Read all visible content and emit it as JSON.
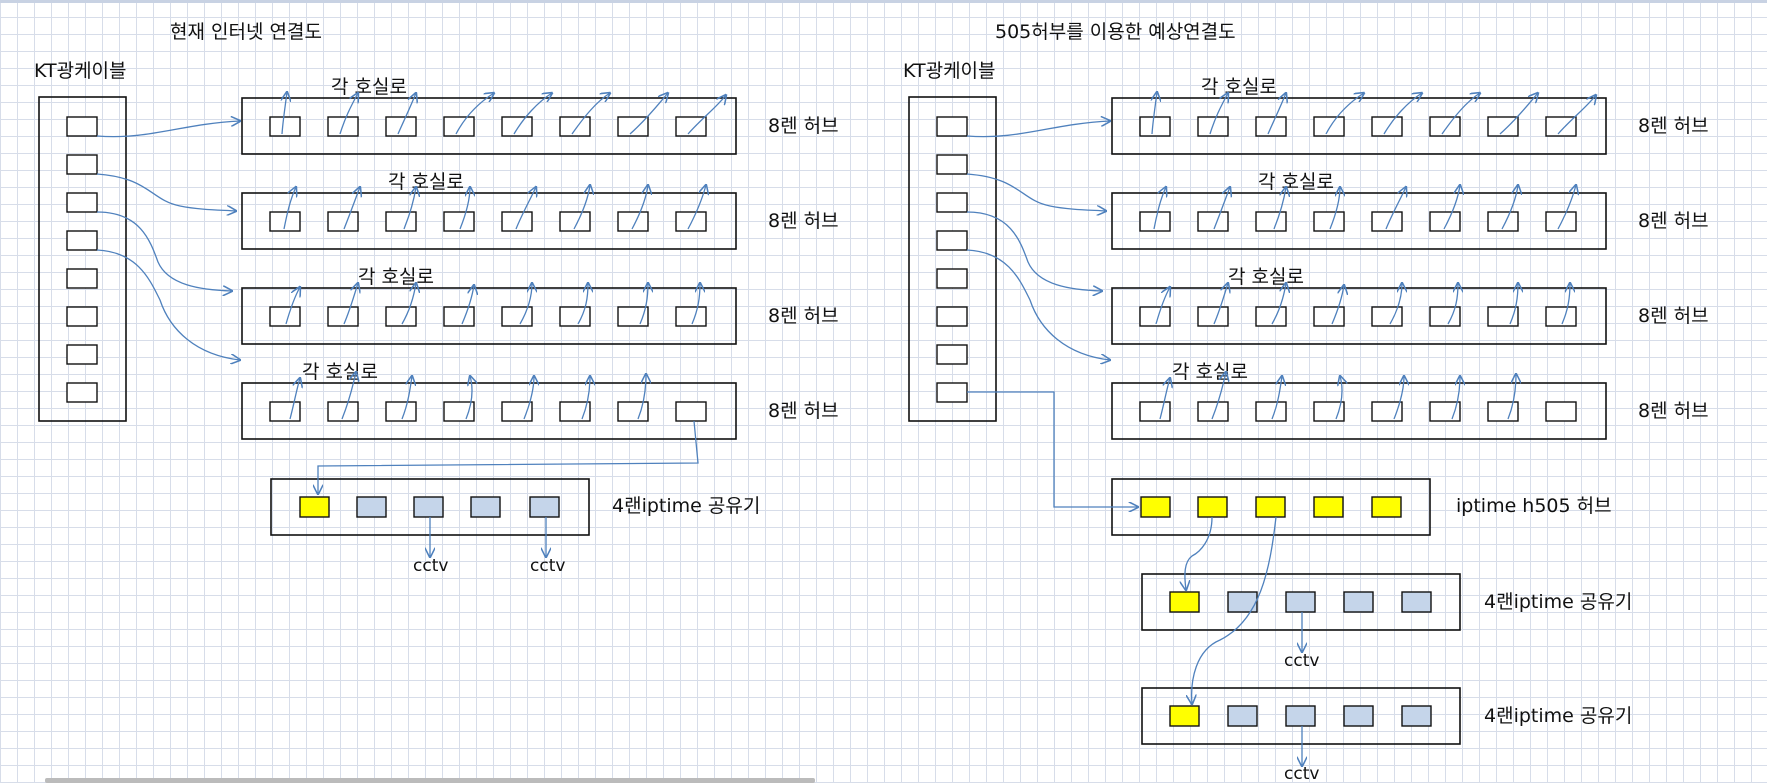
{
  "left": {
    "title": "현재 인터넷 연결도",
    "source_label": "KT광케이블",
    "room_label": "각 호실로",
    "hub_label": "8렌 허브",
    "router_label": "4랜iptime 공유기",
    "cctv_label": "cctv"
  },
  "right": {
    "title": "505허부를 이용한 예상연결도",
    "source_label": "KT광케이블",
    "room_label": "각 호실로",
    "hub_label": "8렌 허브",
    "h505_label": "iptime h505 허브",
    "router_label": "4랜iptime 공유기",
    "cctv_label": "cctv"
  },
  "colors": {
    "wire": "#4f81bd",
    "port_plain": "#ffffff",
    "port_active": "#ffff00",
    "port_lan": "#c5d5ea",
    "grid": "#d7dde9"
  },
  "icons": [
    "arrow-icon"
  ]
}
